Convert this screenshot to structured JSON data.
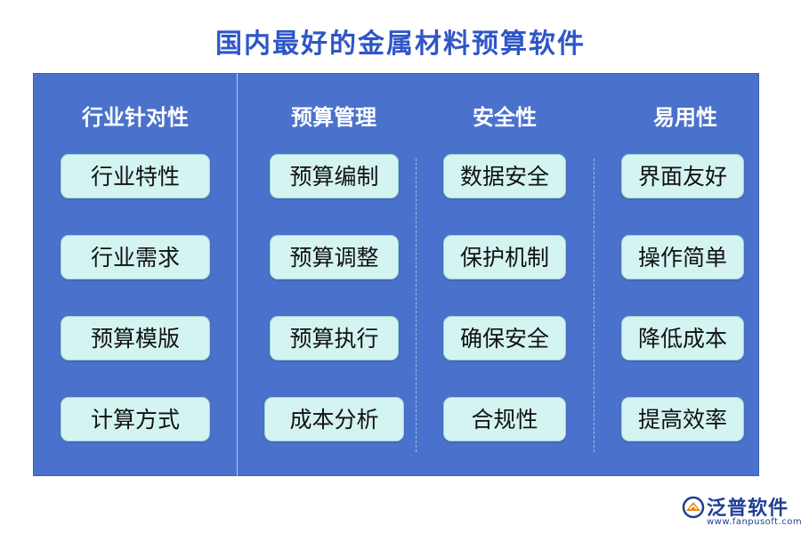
{
  "title": "国内最好的金属材料预算软件",
  "columns": [
    {
      "heading": "行业针对性",
      "items": [
        "行业特性",
        "行业需求",
        "预算模版",
        "计算方式"
      ]
    },
    {
      "heading": "预算管理",
      "items": [
        "预算编制",
        "预算调整",
        "预算执行",
        "成本分析"
      ]
    },
    {
      "heading": "安全性",
      "items": [
        "数据安全",
        "保护机制",
        "确保安全",
        "合规性"
      ]
    },
    {
      "heading": "易用性",
      "items": [
        "界面友好",
        "操作简单",
        "降低成本",
        "提高效率"
      ]
    }
  ],
  "logo": {
    "name": "泛普软件",
    "url": "www.fanpusoft.com"
  },
  "colors": {
    "title": "#2f56c6",
    "board": "#4a72cc",
    "item_fill": "#d4f4f1",
    "item_text": "#111111",
    "heading_text": "#ffffff"
  }
}
